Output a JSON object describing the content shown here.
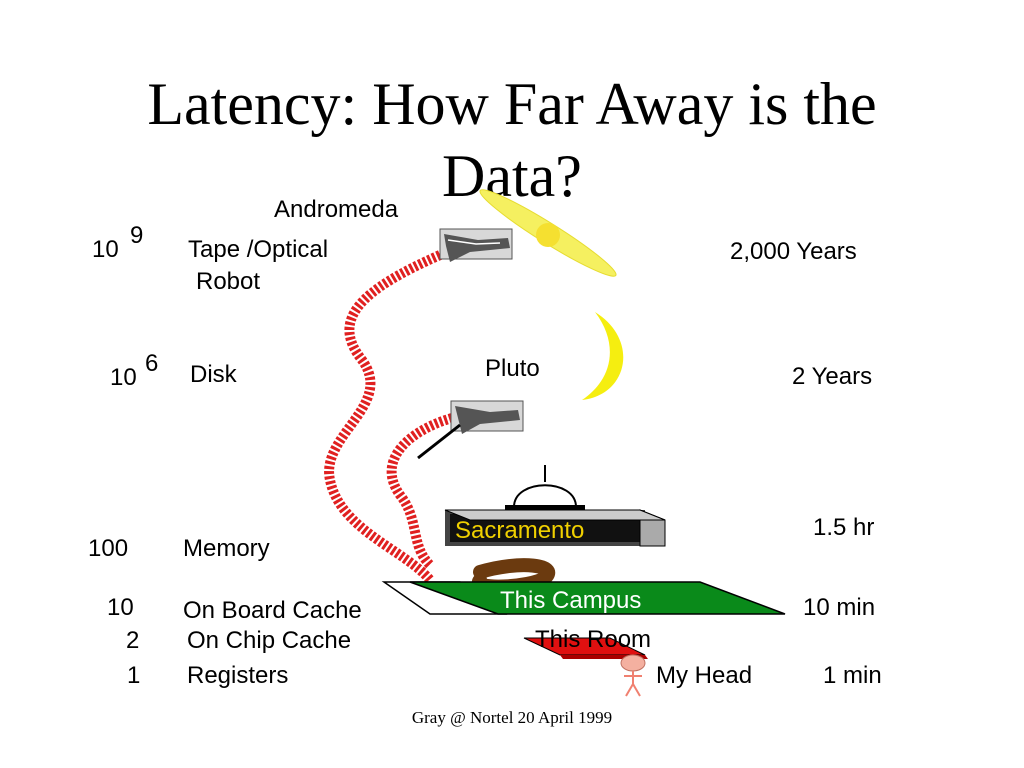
{
  "title": {
    "line1": "Latency:  How Far Away is the",
    "line2": "Data?"
  },
  "levels": [
    {
      "base": "10",
      "exp": "9",
      "name": "Tape /Optical",
      "name2": "Robot",
      "place": "Andromeda",
      "time": "2,000 Years"
    },
    {
      "base": "10",
      "exp": "6",
      "name": "Disk",
      "place": "Pluto",
      "time": "2 Years"
    },
    {
      "base": "100",
      "name": "Memory",
      "place": "Sacramento",
      "time": "1.5 hr"
    },
    {
      "base": "10",
      "name": "On Board  Cache",
      "place": "This Campus",
      "time": "10 min"
    },
    {
      "base": "2",
      "name": "On Chip Cache",
      "place": "This Room"
    },
    {
      "base": "1",
      "name": "Registers",
      "place": "My Head",
      "time": "1 min"
    }
  ],
  "footer": "Gray @ Nortel 20 April 1999",
  "colors": {
    "path": "#e02020",
    "galaxy": "#f5f060",
    "moon": "#f5ee10",
    "campus": "#0a8a1a",
    "room": "#e01010",
    "road": "#6b3a0f",
    "head": "#f4b0a0"
  },
  "icons": [
    "galaxy-icon",
    "moon-icon",
    "tape-robot-icon",
    "disk-drive-icon",
    "capitol-building-icon",
    "campus-plane-icon",
    "room-plane-icon",
    "stick-figure-icon"
  ]
}
